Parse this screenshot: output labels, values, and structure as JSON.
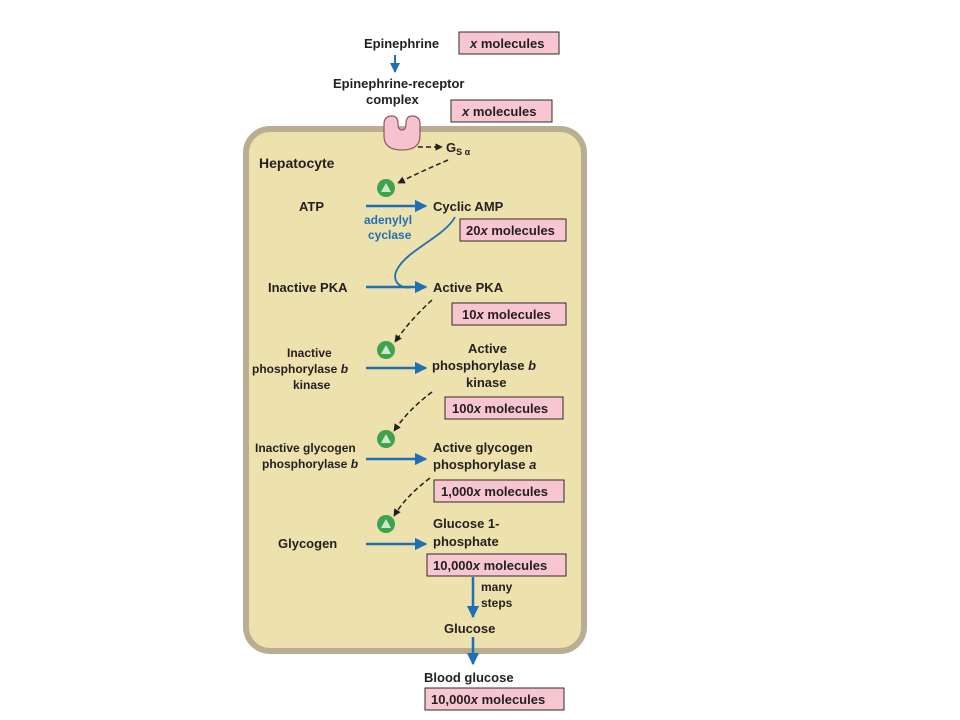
{
  "colors": {
    "cell_fill": "#ede1ad",
    "cell_border": "#b9ae92",
    "box_fill": "#f7c6d1",
    "box_border": "#2b2b2b",
    "arrow_blue": "#1f6fb5",
    "receptor": "#f6c2cf",
    "activation_icon": "#3fa24f"
  },
  "icons": {
    "activation": "green-triangle-circle-icon",
    "receptor": "receptor-icon"
  },
  "nodes": {
    "epinephrine": "Epinephrine",
    "complex_line1": "Epinephrine-receptor",
    "complex_line2": "complex",
    "gs_main": "G",
    "gs_sub": "S α",
    "cell_label": "Hepatocyte",
    "atp": "ATP",
    "enzyme_line1": "adenylyl",
    "enzyme_line2": "cyclase",
    "camp": "Cyclic AMP",
    "inactive_pka": "Inactive PKA",
    "active_pka": "Active PKA",
    "inactive_kinase_line1": "Inactive",
    "inactive_kinase_line2": "phosphorylase",
    "inactive_kinase_b": "b",
    "inactive_kinase_line3": "kinase",
    "active_kinase_line1": "Active",
    "active_kinase_line2": "phosphorylase",
    "active_kinase_b": "b",
    "active_kinase_line3": "kinase",
    "inactive_gp_line1": "Inactive glycogen",
    "inactive_gp_line2": "phosphorylase",
    "inactive_gp_b": "b",
    "active_gp_line1": "Active glycogen",
    "active_gp_line2": "phosphorylase",
    "active_gp_a": "a",
    "glycogen": "Glycogen",
    "g1p_line1": "Glucose 1-",
    "g1p_line2": "phosphate",
    "many_steps_line1": "many",
    "many_steps_line2": "steps",
    "glucose": "Glucose",
    "blood_glucose": "Blood glucose"
  },
  "amounts": {
    "epinephrine": {
      "prefix": "",
      "x": "x",
      "suffix": " molecules"
    },
    "complex": {
      "prefix": "",
      "x": "x",
      "suffix": " molecules"
    },
    "camp": {
      "prefix": "20",
      "x": "x",
      "suffix": " molecules"
    },
    "pka": {
      "prefix": "10",
      "x": "x",
      "suffix": " molecules"
    },
    "kinase": {
      "prefix": "100",
      "x": "x",
      "suffix": " molecules"
    },
    "gp": {
      "prefix": "1,000",
      "x": "x",
      "suffix": " molecules"
    },
    "g1p": {
      "prefix": "10,000",
      "x": "x",
      "suffix": " molecules"
    },
    "blood": {
      "prefix": "10,000",
      "x": "x",
      "suffix": " molecules"
    }
  }
}
